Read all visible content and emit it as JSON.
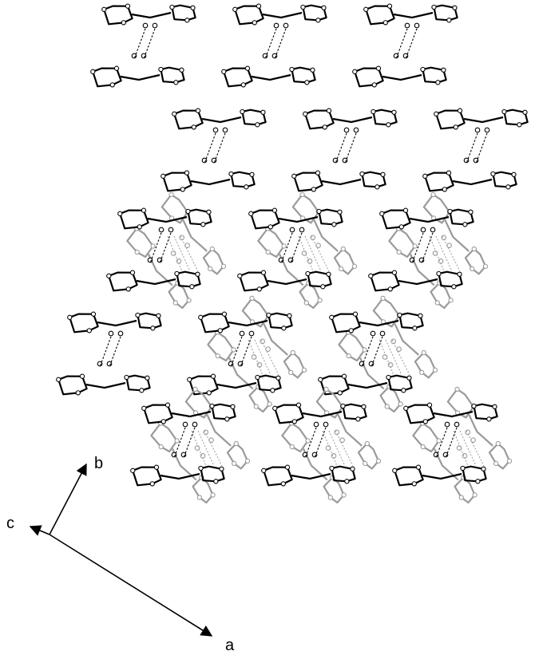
{
  "axes": {
    "labels": {
      "a": "a",
      "b": "b",
      "c": "c"
    }
  },
  "colors": {
    "primary_molecules": "#000000",
    "secondary_molecules": "#9a9a9a",
    "background": "#ffffff"
  },
  "icons": {
    "ring": "ring-icon",
    "atom": "atom-icon",
    "hydrogen_bond": "dashed-bond-icon"
  },
  "packing": {
    "rows": [
      {
        "dimers": 3,
        "overlay": [
          false,
          false,
          false
        ]
      },
      {
        "dimers": 3,
        "overlay": [
          false,
          false,
          false
        ]
      },
      {
        "dimers": 3,
        "overlay": [
          true,
          true,
          true
        ]
      },
      {
        "dimers": 3,
        "overlay": [
          false,
          true,
          true
        ]
      },
      {
        "dimers": 3,
        "overlay": [
          true,
          true,
          true
        ]
      }
    ]
  }
}
